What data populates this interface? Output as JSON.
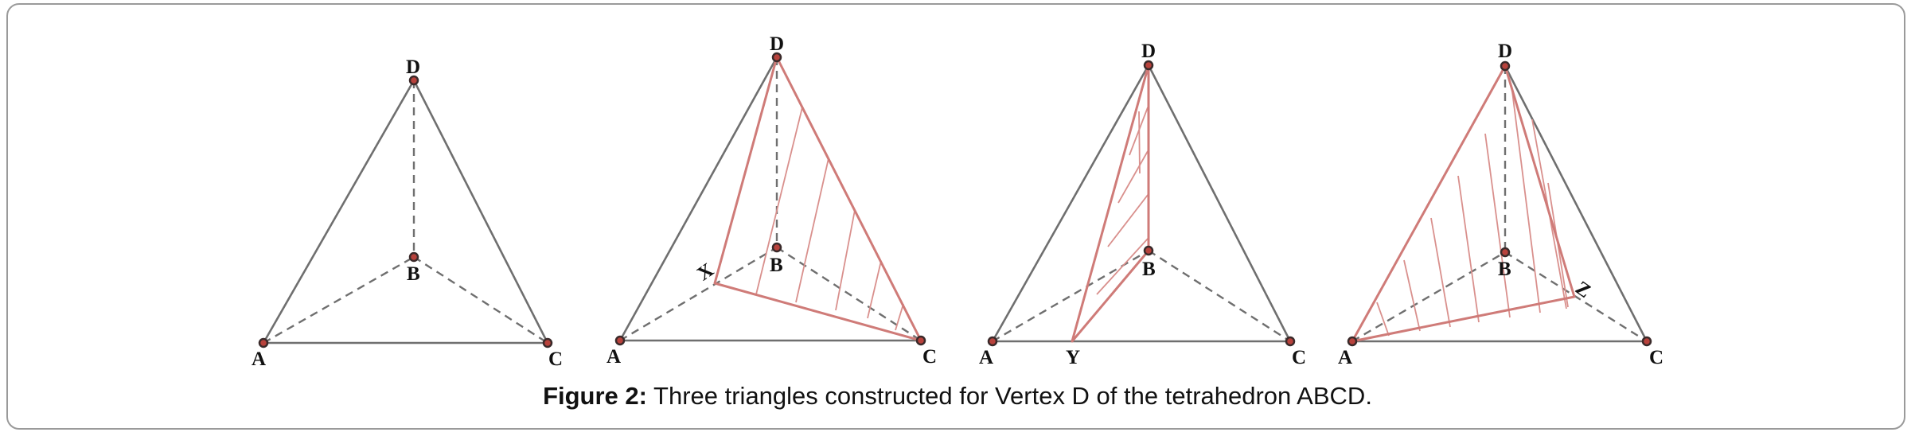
{
  "caption": {
    "label": "Figure 2:",
    "text": " Three triangles constructed for Vertex D of the tetrahedron ABCD."
  },
  "vertex_labels": {
    "A": "A",
    "B": "B",
    "C": "C",
    "D": "D",
    "X": "X",
    "Y": "Y",
    "Z": "Z"
  },
  "colors": {
    "edge": "#6f6f6f",
    "triangle": "#cf7b78",
    "vertex": "#b8423c"
  }
}
